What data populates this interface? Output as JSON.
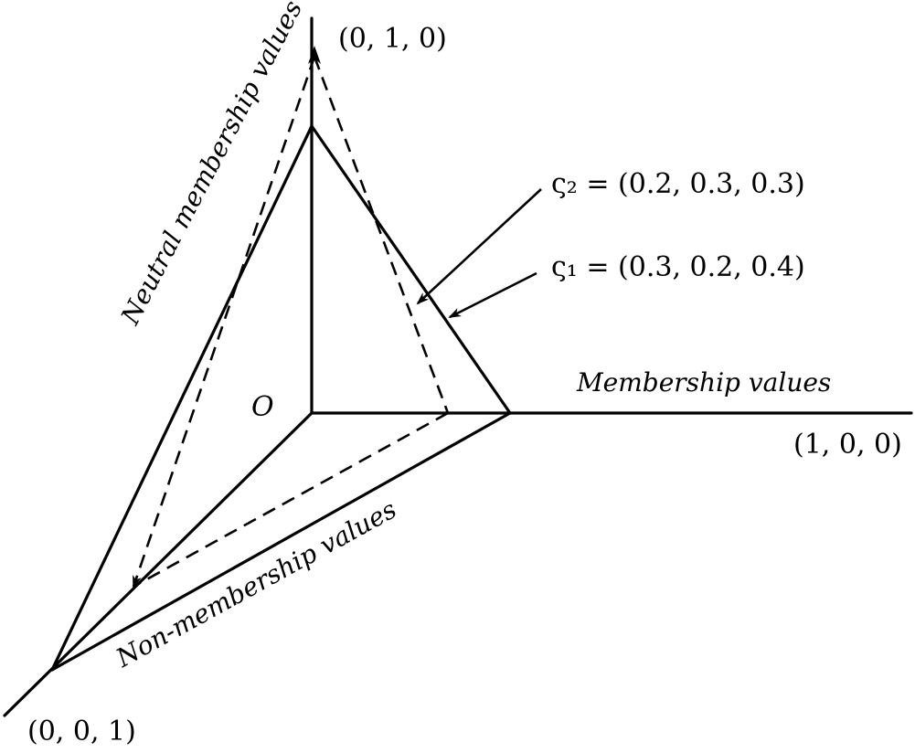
{
  "diagram": {
    "origin_label": "O",
    "axes": {
      "membership": {
        "label": "Membership values",
        "endpoint": "(1, 0, 0)"
      },
      "neutral": {
        "label": "Neutral membership values",
        "endpoint": "(0, 1, 0)"
      },
      "non_membership": {
        "label": "Non-membership values",
        "endpoint": "(0, 0, 1)"
      }
    },
    "points": [
      {
        "label": "ς₂ = (0.2, 0.3, 0.3)",
        "style": "dashed"
      },
      {
        "label": "ς₁ = (0.3, 0.2, 0.4)",
        "style": "solid"
      }
    ]
  }
}
